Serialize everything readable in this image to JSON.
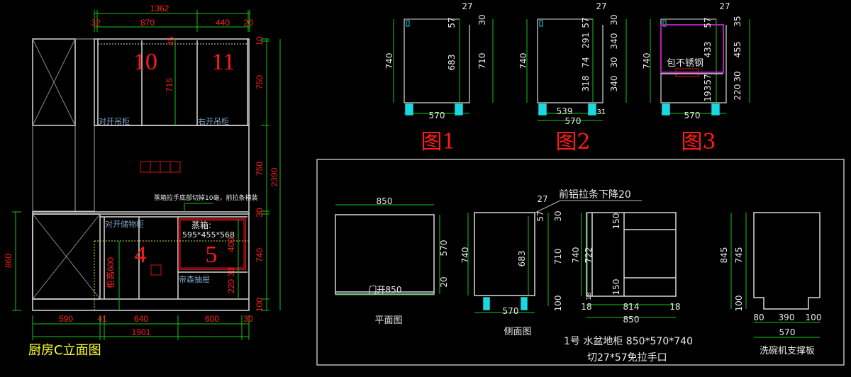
{
  "elevation": {
    "title": "厨房C立面图",
    "cabinet_numbers": [
      "10",
      "11",
      "4",
      "5"
    ],
    "labels": {
      "wall_left": "对开吊柜",
      "wall_right": "右开吊柜",
      "base_storage": "对开储物柜",
      "drawer": "帝森抽屉",
      "steam_oven": "蒸箱:",
      "steam_oven_size": "595*455*568",
      "note": "蒸箱拉手底部切掉10毫，前拉条横装",
      "height_600": "柜高600"
    },
    "dims": {
      "total_top": "1362",
      "top_row": [
        "32",
        "870",
        "440",
        "20"
      ],
      "inner_45": "45",
      "inner_715": "715",
      "right": [
        "10",
        "750",
        "750",
        "30",
        "740",
        "100"
      ],
      "overall_height": "2390",
      "left_860": "860",
      "oven": [
        "400",
        "30",
        "220"
      ],
      "bottom_row": [
        "590",
        "41",
        "640",
        "600",
        "30"
      ],
      "total_bottom": "1901"
    }
  },
  "figures": [
    {
      "label": "图1",
      "dims": [
        "27",
        "57",
        "30",
        "740",
        "683",
        "710",
        "570"
      ]
    },
    {
      "label": "图2",
      "dims": [
        "27",
        "57",
        "30",
        "740",
        "291",
        "74",
        "318",
        "340",
        "30",
        "340",
        "539",
        "31",
        "570"
      ]
    },
    {
      "label": "图3",
      "dims": [
        "27",
        "57",
        "35",
        "740",
        "433",
        "455",
        "57",
        "193",
        "30",
        "220",
        "570"
      ],
      "note": "包不锈钢"
    }
  ],
  "sink_cabinet": {
    "plan": {
      "title": "平面图",
      "dims": [
        "850",
        "570",
        "20"
      ],
      "door": "门开850"
    },
    "side": {
      "title": "侧面图",
      "dims": [
        "27",
        "57",
        "30",
        "740",
        "683",
        "710",
        "100",
        "570"
      ],
      "note": "前铝拉条下降20"
    },
    "front": {
      "dims": [
        "740",
        "722",
        "150",
        "150",
        "18",
        "18",
        "814",
        "18",
        "850"
      ]
    },
    "caption_1": "1号  水盆地柜  850*570*740",
    "caption_2": "切27*57免拉手口"
  },
  "dishwasher_board": {
    "title": "洗碗机支撑板",
    "dims": [
      "845",
      "745",
      "100",
      "80",
      "390",
      "100",
      "570"
    ]
  },
  "colors": {
    "background": "#000000",
    "dimension_line": "#19c219",
    "dimension_text": "#ff2020",
    "outline": "#d8d8d8",
    "title_yellow": "#ffff33",
    "stainless_purple": "#b020b0",
    "leg_cyan": "#19d8e0"
  }
}
